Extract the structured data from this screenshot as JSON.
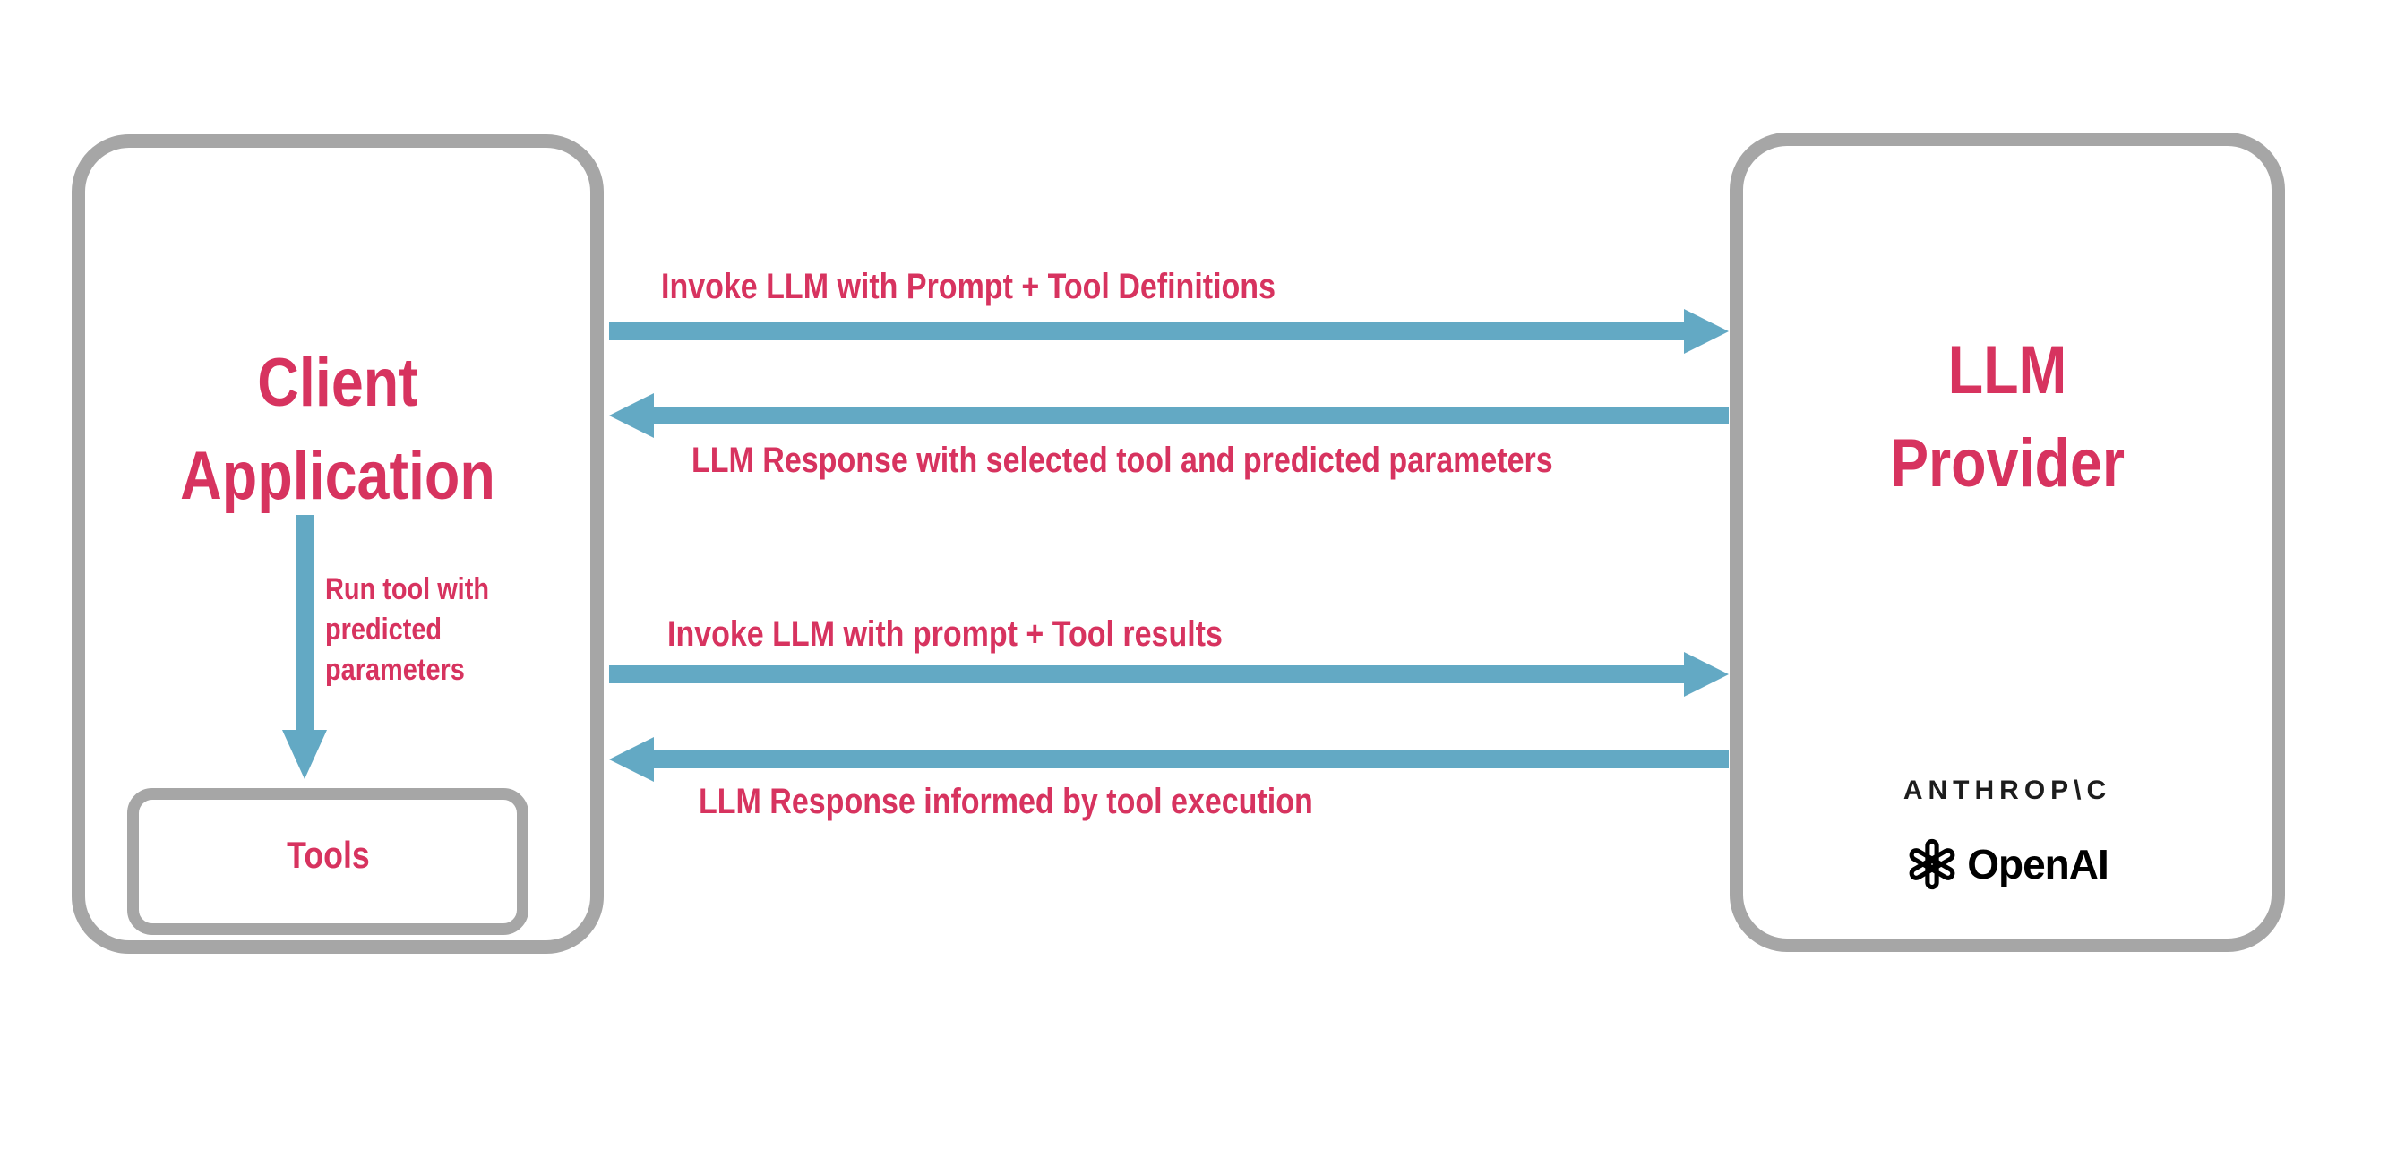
{
  "colors": {
    "accent_pink": "#D7335F",
    "arrow_blue": "#63A9C4",
    "border_gray": "#A6A6A6",
    "logo_black": "#111111"
  },
  "client_box": {
    "title_lines": [
      "Client",
      "Application"
    ],
    "run_tool_label_lines": [
      "Run tool with",
      "predicted",
      "parameters"
    ],
    "tools_label": "Tools"
  },
  "provider_box": {
    "title_lines": [
      "LLM",
      "Provider"
    ],
    "logos": {
      "anthropic": "ANTHROP\\C",
      "openai": "OpenAI"
    }
  },
  "flows": [
    {
      "direction": "right",
      "label": "Invoke LLM with Prompt + Tool Definitions"
    },
    {
      "direction": "left",
      "label": "LLM Response with selected tool and predicted parameters"
    },
    {
      "direction": "right",
      "label": "Invoke LLM with prompt + Tool results"
    },
    {
      "direction": "left",
      "label": "LLM Response informed by tool execution"
    }
  ]
}
